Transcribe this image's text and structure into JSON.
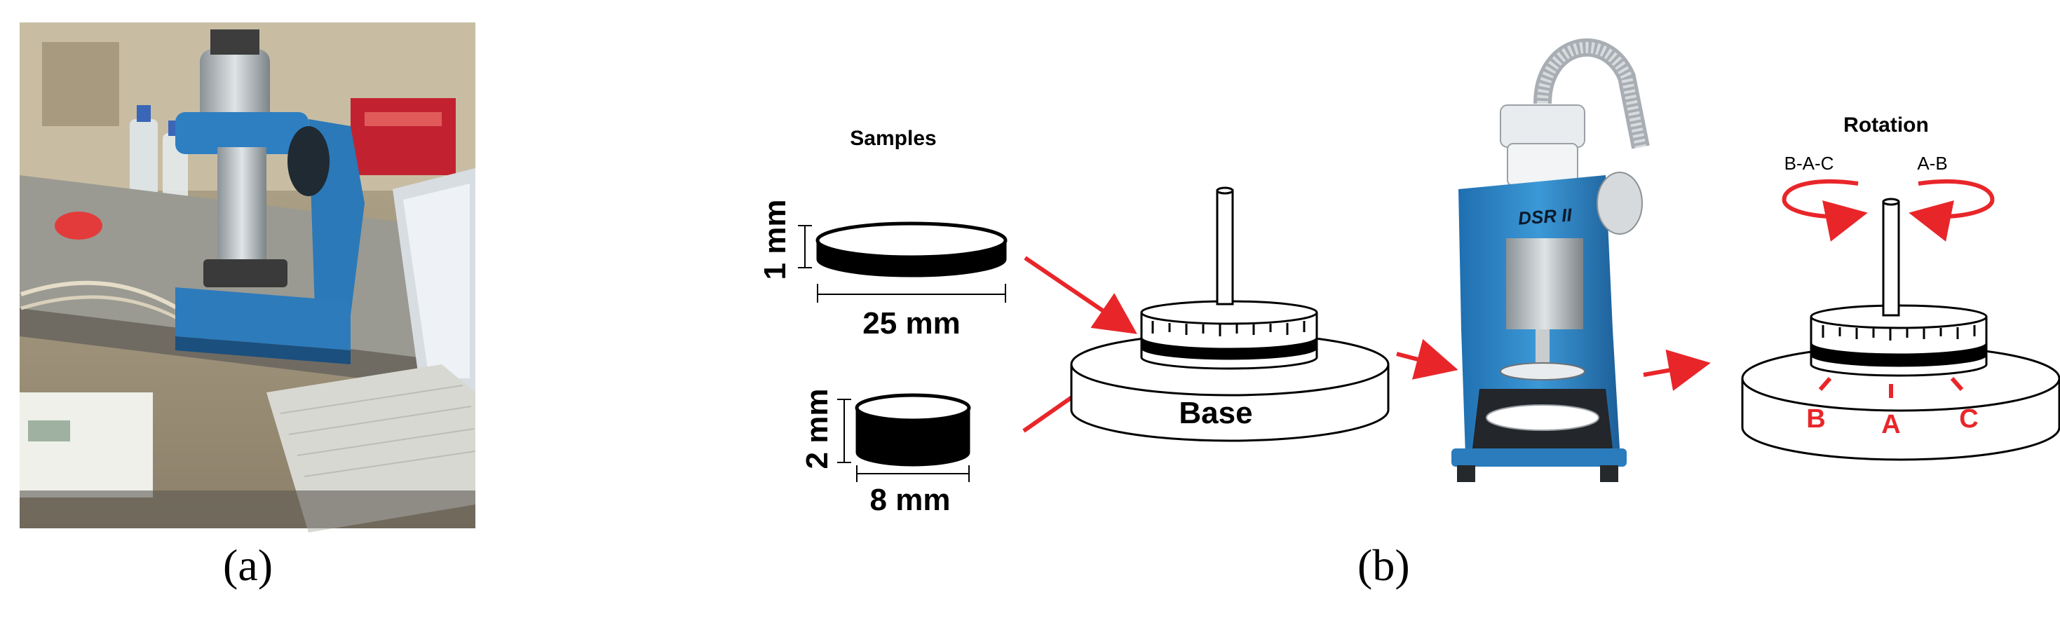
{
  "panel_a": {
    "label": "(a)",
    "photo": "photo of dynamic shear rheometer at a lab bench with laptop and keyboard"
  },
  "panel_b": {
    "label": "(b)",
    "samples_title": "Samples",
    "sample_large": {
      "thickness": "1 mm",
      "diameter": "25 mm"
    },
    "sample_small": {
      "thickness": "2 mm",
      "diameter": "8 mm"
    },
    "base_label": "Base",
    "device_brand": "DSR II",
    "rotation_title": "Rotation",
    "rotation_left": "B-A-C",
    "rotation_right": "A-B",
    "point_labels": [
      "B",
      "A",
      "C"
    ]
  },
  "colors": {
    "arrow": "#e8262a",
    "device_blue": "#2f86c8",
    "ink": "#000000"
  }
}
